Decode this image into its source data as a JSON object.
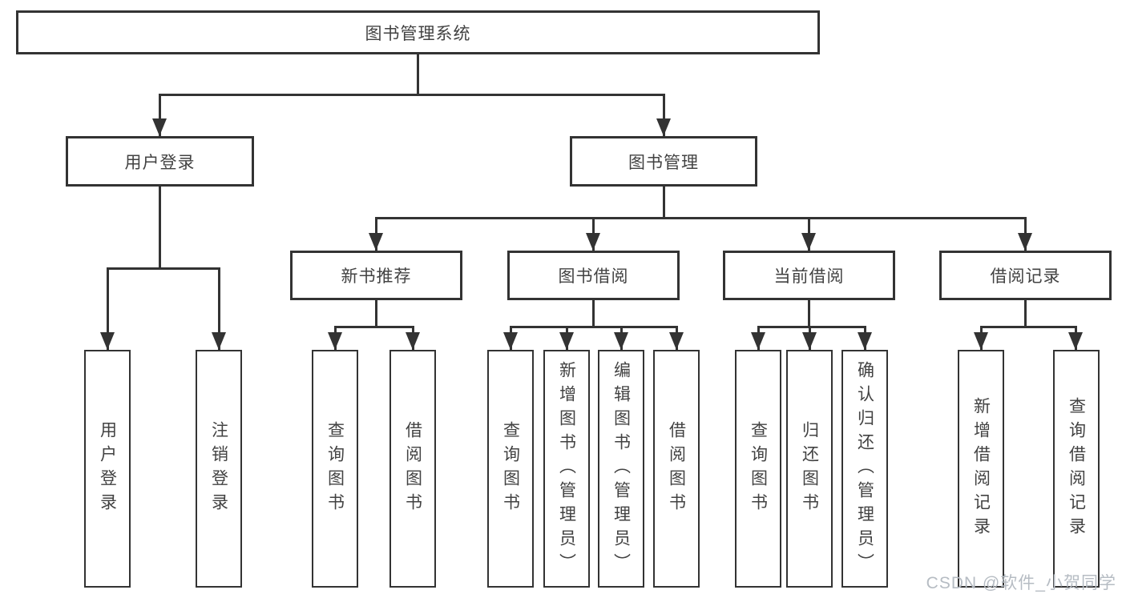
{
  "root": {
    "label": "图书管理系统"
  },
  "level2": {
    "user_login": {
      "label": "用户登录"
    },
    "book_mgmt": {
      "label": "图书管理"
    }
  },
  "level3": {
    "new_books": {
      "label": "新书推荐"
    },
    "borrowing": {
      "label": "图书借阅"
    },
    "current": {
      "label": "当前借阅"
    },
    "records": {
      "label": "借阅记录"
    }
  },
  "leaves": {
    "user_login": [
      "用户登录",
      "注销登录"
    ],
    "new_books": [
      "查询图书",
      "借阅图书"
    ],
    "borrowing": [
      "查询图书",
      "新增图书（管理员）",
      "编辑图书（管理员）",
      "借阅图书"
    ],
    "current": [
      "查询图书",
      "归还图书",
      "确认归还（管理员）"
    ],
    "records": [
      "新增借阅记录",
      "查询借阅记录"
    ]
  },
  "watermark": "CSDN @软件_小贺同学"
}
